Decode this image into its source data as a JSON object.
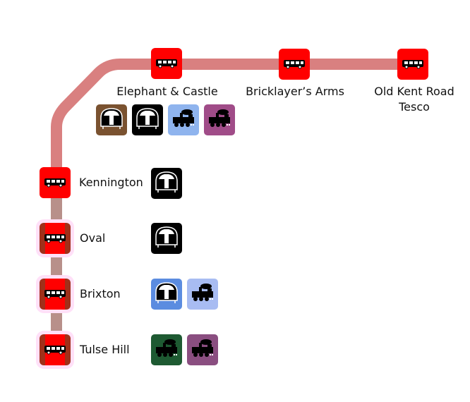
{
  "diagram": {
    "line_color": "#d98080",
    "line_color_lower": "#b8908a",
    "stop_color": "#ff0000",
    "stations": [
      {
        "name": "Elephant & Castle",
        "icon": "bus-icon",
        "modes": [
          {
            "icon": "tube-icon",
            "color": "#7a5230"
          },
          {
            "icon": "tube-icon",
            "color": "#000000"
          },
          {
            "icon": "steam-train-icon",
            "color": "#8fb4ee"
          },
          {
            "icon": "steam-train-icon",
            "color": "#a04c88"
          }
        ]
      },
      {
        "name": "Bricklayer’s Arms",
        "icon": "bus-icon",
        "modes": []
      },
      {
        "name_line1": "Old Kent Road",
        "name_line2": "Tesco",
        "icon": "bus-icon",
        "modes": []
      },
      {
        "name": "Kennington",
        "icon": "bus-icon",
        "modes": [
          {
            "icon": "tube-icon",
            "color": "#000000"
          }
        ]
      },
      {
        "name": "Oval",
        "icon": "bus-icon",
        "modes": [
          {
            "icon": "tube-icon",
            "color": "#000000"
          }
        ]
      },
      {
        "name": "Brixton",
        "icon": "bus-icon",
        "modes": [
          {
            "icon": "tube-icon",
            "color": "#5b8ce0"
          },
          {
            "icon": "steam-train-icon",
            "color": "#a8bcf2"
          }
        ]
      },
      {
        "name": "Tulse Hill",
        "icon": "bus-icon",
        "modes": [
          {
            "icon": "steam-train-icon",
            "color": "#1e5a32"
          },
          {
            "icon": "steam-train-icon",
            "color": "#8a4e80"
          }
        ]
      }
    ]
  }
}
